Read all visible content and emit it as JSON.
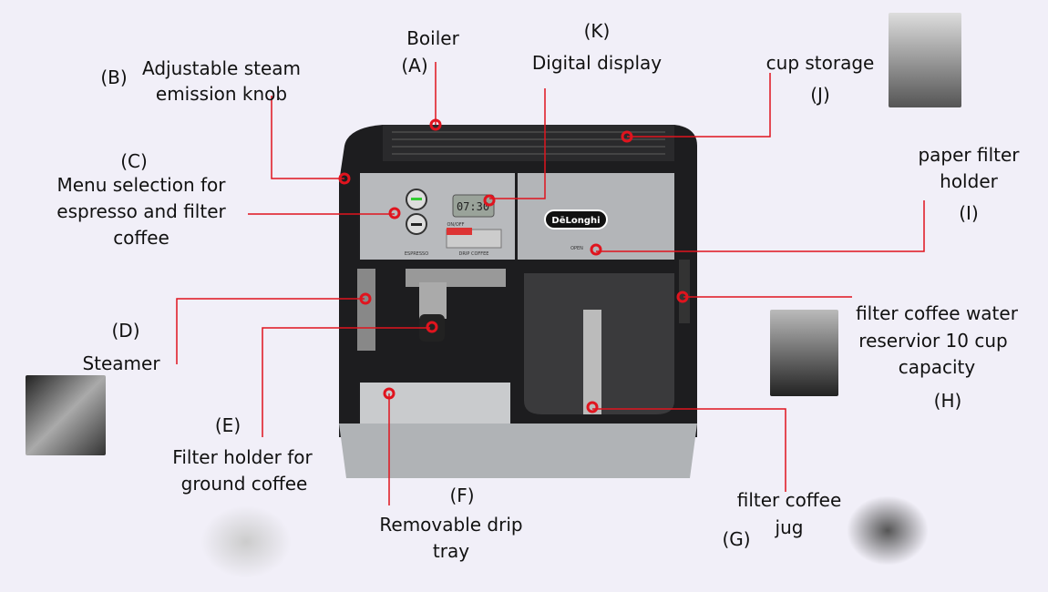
{
  "labels": {
    "a": {
      "name": "Boiler",
      "letter": "(A)"
    },
    "b": {
      "letter": "(B)",
      "line1": "Adjustable steam",
      "line2": "emission knob"
    },
    "c": {
      "letter": "(C)",
      "line1": "Menu selection for",
      "line2": "espresso and filter",
      "line3": "coffee"
    },
    "d": {
      "letter": "(D)",
      "name": "Steamer"
    },
    "e": {
      "letter": "(E)",
      "line1": "Filter holder for",
      "line2": "ground coffee"
    },
    "f": {
      "letter": "(F)",
      "line1": "Removable drip",
      "line2": "tray"
    },
    "g": {
      "letter": "(G)",
      "line1": "filter coffee",
      "line2": "jug"
    },
    "h": {
      "letter": "(H)",
      "line1": "filter coffee water",
      "line2": "reservior 10 cup",
      "line3": "capacity"
    },
    "i": {
      "letter": "(I)",
      "line1": "paper filter",
      "line2": "holder"
    },
    "j": {
      "letter": "(J)",
      "name": "cup storage"
    },
    "k": {
      "letter": "(K)",
      "name": "Digital display"
    }
  },
  "machine": {
    "brand": "DēLonghi",
    "display_time": "07:30",
    "espresso_label": "ESPRESSO",
    "drip_label": "DRIP COFFEE",
    "onoff_label": "ON/OFF",
    "open_label": "OPEN"
  },
  "colors": {
    "leader": "#e0141e",
    "background": "#f1eff8"
  }
}
